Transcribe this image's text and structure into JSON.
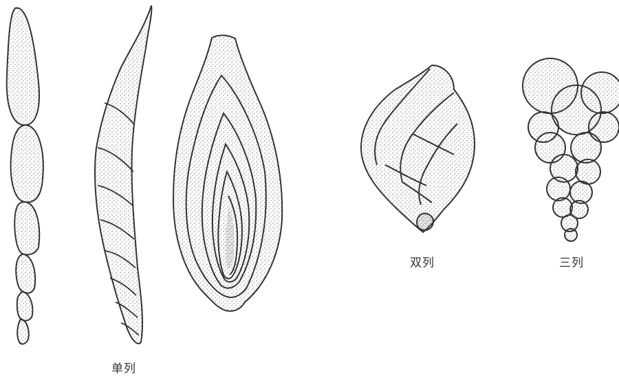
{
  "captions": {
    "uniserial": "单列",
    "biserial": "双列",
    "triserial": "三列"
  },
  "colors": {
    "ink": "#333333",
    "stipple": "#444444",
    "paper": "#ffffff"
  }
}
